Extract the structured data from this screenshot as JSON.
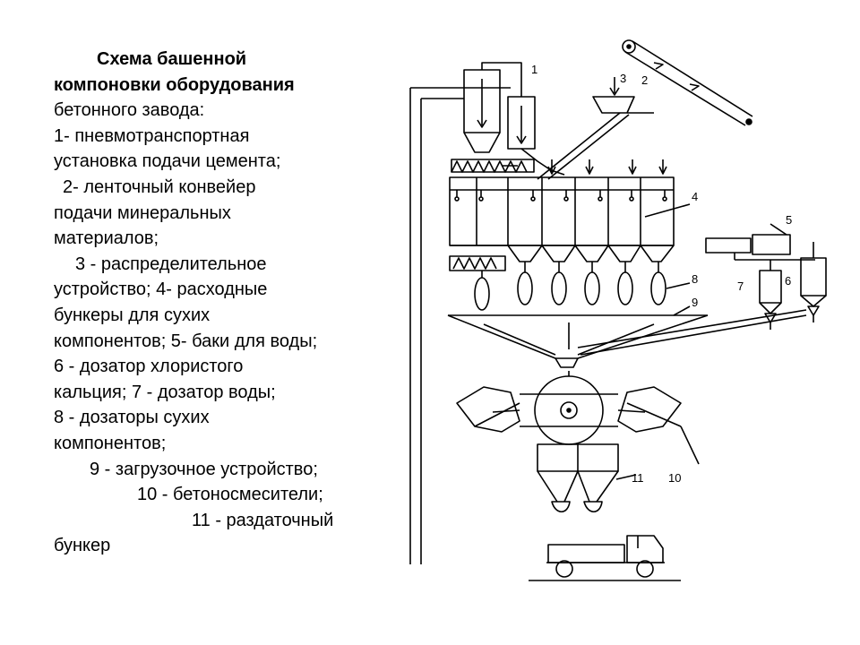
{
  "caption": {
    "title_lines": [
      "Схема башенной",
      "компоновки оборудования"
    ],
    "lines": [
      "бетонного завода:",
      "1- пневмотранспортная",
      "установка подачи цемента;",
      "2- ленточный конвейер",
      "подачи минеральных",
      "материалов;",
      "3 - распределительное",
      "устройство; 4- расходные",
      "бункеры для сухих",
      "компонентов; 5- баки для воды;",
      "6 - дозатор хлористого",
      "кальция; 7 - дозатор воды;",
      "8 - дозаторы сухих",
      "компонентов;",
      "9 - загрузочное устройство;",
      "10 - бетоносмесители;",
      "11 - раздаточный",
      "бункер"
    ]
  },
  "diagram_labels": {
    "l1": "1",
    "l2": "2",
    "l3": "3",
    "l4": "4",
    "l5": "5",
    "l6": "6",
    "l7": "7",
    "l8": "8",
    "l9": "9",
    "l10": "10",
    "l11": "11"
  }
}
